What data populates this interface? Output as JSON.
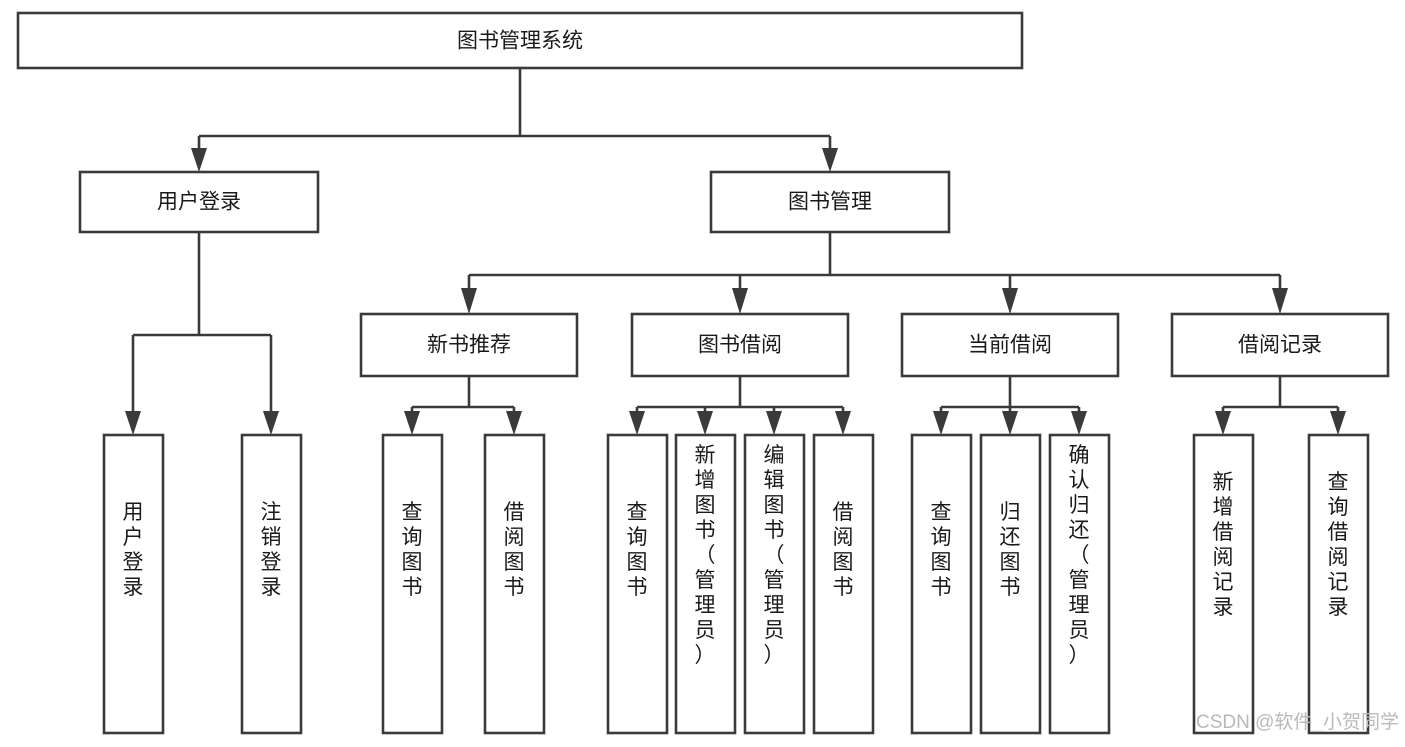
{
  "diagram": {
    "title": "图书管理系统",
    "type": "tree-hierarchy",
    "orientation": "top-down",
    "watermark": "CSDN @软件_小贺同学",
    "colors": {
      "stroke": "#3a3a3a",
      "box_fill": "#ffffff",
      "text": "#1a1a1a",
      "background": "#ffffff",
      "watermark": "#b9b9b9"
    },
    "levels": {
      "root": {
        "label": "图书管理系统"
      },
      "level2": [
        {
          "label": "用户登录"
        },
        {
          "label": "图书管理"
        }
      ],
      "level3": [
        {
          "label": "新书推荐"
        },
        {
          "label": "图书借阅"
        },
        {
          "label": "当前借阅"
        },
        {
          "label": "借阅记录"
        }
      ],
      "leaves": [
        {
          "label": "用户登录",
          "parent": "用户登录"
        },
        {
          "label": "注销登录",
          "parent": "用户登录"
        },
        {
          "label": "查询图书",
          "parent": "新书推荐"
        },
        {
          "label": "借阅图书",
          "parent": "新书推荐"
        },
        {
          "label": "查询图书",
          "parent": "图书借阅"
        },
        {
          "label": "新增图书（管理员）",
          "parent": "图书借阅"
        },
        {
          "label": "编辑图书（管理员）",
          "parent": "图书借阅"
        },
        {
          "label": "借阅图书",
          "parent": "图书借阅"
        },
        {
          "label": "查询图书",
          "parent": "当前借阅"
        },
        {
          "label": "归还图书",
          "parent": "当前借阅"
        },
        {
          "label": "确认归还（管理员）",
          "parent": "当前借阅"
        },
        {
          "label": "新增借阅记录",
          "parent": "借阅记录"
        },
        {
          "label": "查询借阅记录",
          "parent": "借阅记录"
        }
      ]
    },
    "edges": [
      {
        "from": "图书管理系统",
        "to": "用户登录"
      },
      {
        "from": "图书管理系统",
        "to": "图书管理"
      },
      {
        "from": "用户登录",
        "to": "用户登录"
      },
      {
        "from": "用户登录",
        "to": "注销登录"
      },
      {
        "from": "图书管理",
        "to": "新书推荐"
      },
      {
        "from": "图书管理",
        "to": "图书借阅"
      },
      {
        "from": "图书管理",
        "to": "当前借阅"
      },
      {
        "from": "图书管理",
        "to": "借阅记录"
      },
      {
        "from": "新书推荐",
        "to": "查询图书"
      },
      {
        "from": "新书推荐",
        "to": "借阅图书"
      },
      {
        "from": "图书借阅",
        "to": "查询图书"
      },
      {
        "from": "图书借阅",
        "to": "新增图书（管理员）"
      },
      {
        "from": "图书借阅",
        "to": "编辑图书（管理员）"
      },
      {
        "from": "图书借阅",
        "to": "借阅图书"
      },
      {
        "from": "当前借阅",
        "to": "查询图书"
      },
      {
        "from": "当前借阅",
        "to": "归还图书"
      },
      {
        "from": "当前借阅",
        "to": "确认归还（管理员）"
      },
      {
        "from": "借阅记录",
        "to": "新增借阅记录"
      },
      {
        "from": "借阅记录",
        "to": "查询借阅记录"
      }
    ]
  }
}
